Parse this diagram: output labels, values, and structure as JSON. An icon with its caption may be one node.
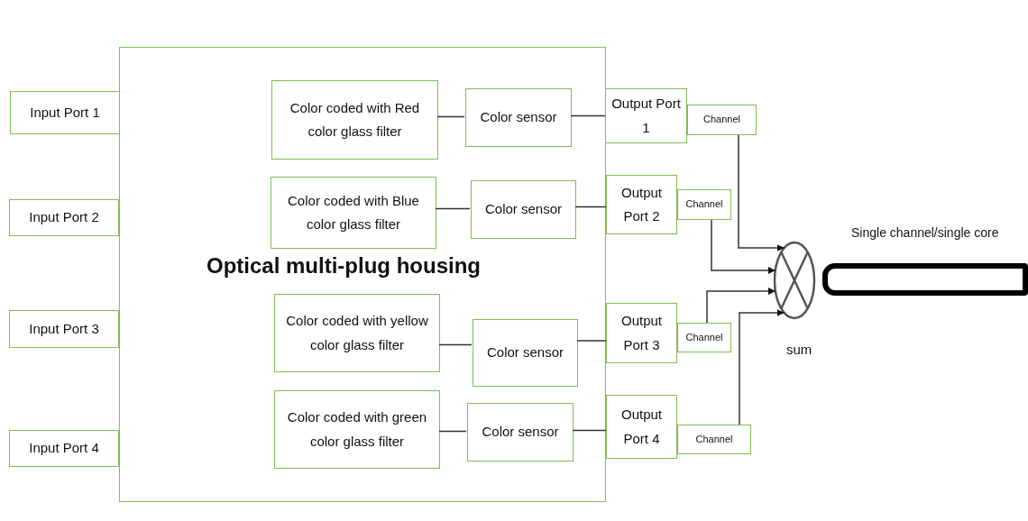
{
  "diagram": {
    "nodes": [
      {
        "text": [
          "Optical multi-plug housing"
        ]
      },
      {
        "text": [
          "Color coded with Red color glass filter"
        ],
        "in": 0
      },
      {
        "text": [
          "Color sensor"
        ],
        "in": 0
      },
      {
        "text": [
          "Color coded with Blue color glass filter"
        ],
        "in": 0
      },
      {
        "text": [
          "Color sensor"
        ],
        "in": 0
      },
      {
        "text": [
          "Color coded with yellow color glass filter"
        ],
        "in": 0
      },
      {
        "text": [
          "Color sensor"
        ],
        "in": 0
      },
      {
        "text": [
          "Color coded with green color glass filter"
        ],
        "in": 0
      },
      {
        "text": [
          "Color sensor"
        ],
        "in": 0
      },
      {
        "text": [
          "Input  Port 1"
        ]
      },
      {
        "text": [
          "Input  Port 2"
        ]
      },
      {
        "text": [
          "Input  Port 3"
        ]
      },
      {
        "text": [
          "Input  Port 4"
        ]
      },
      {
        "text": [
          "Output Port 1"
        ]
      },
      {
        "text": [
          "Output Port 2"
        ]
      },
      {
        "text": [
          "Output Port 3"
        ]
      },
      {
        "text": [
          "Output Port 4"
        ]
      },
      {
        "text": [
          "Channel"
        ]
      },
      {
        "text": [
          "Channel"
        ]
      },
      {
        "text": [
          "Channel"
        ]
      },
      {
        "text": [
          "Channel"
        ]
      },
      {
        "text": [],
        "shape": "circle",
        "beside": [
          "sum"
        ]
      },
      {
        "text": [
          "Single channel/single core"
        ]
      }
    ],
    "edges": [
      {
        "from": 1,
        "to": 2,
        "arrow": "none"
      },
      {
        "from": 3,
        "to": 4,
        "arrow": "none"
      },
      {
        "from": 5,
        "to": 6,
        "arrow": "none"
      },
      {
        "from": 7,
        "to": 8,
        "arrow": "none"
      },
      {
        "from": 2,
        "to": 13,
        "arrow": "none"
      },
      {
        "from": 4,
        "to": 14,
        "arrow": "none"
      },
      {
        "from": 6,
        "to": 15,
        "arrow": "none"
      },
      {
        "from": 8,
        "to": 16,
        "arrow": "none"
      },
      {
        "from": 17,
        "to": 21,
        "arrow": "to"
      },
      {
        "from": 18,
        "to": 21,
        "arrow": "to"
      },
      {
        "from": 19,
        "to": 21,
        "arrow": "to"
      },
      {
        "from": 20,
        "to": 21,
        "arrow": "to"
      }
    ]
  }
}
